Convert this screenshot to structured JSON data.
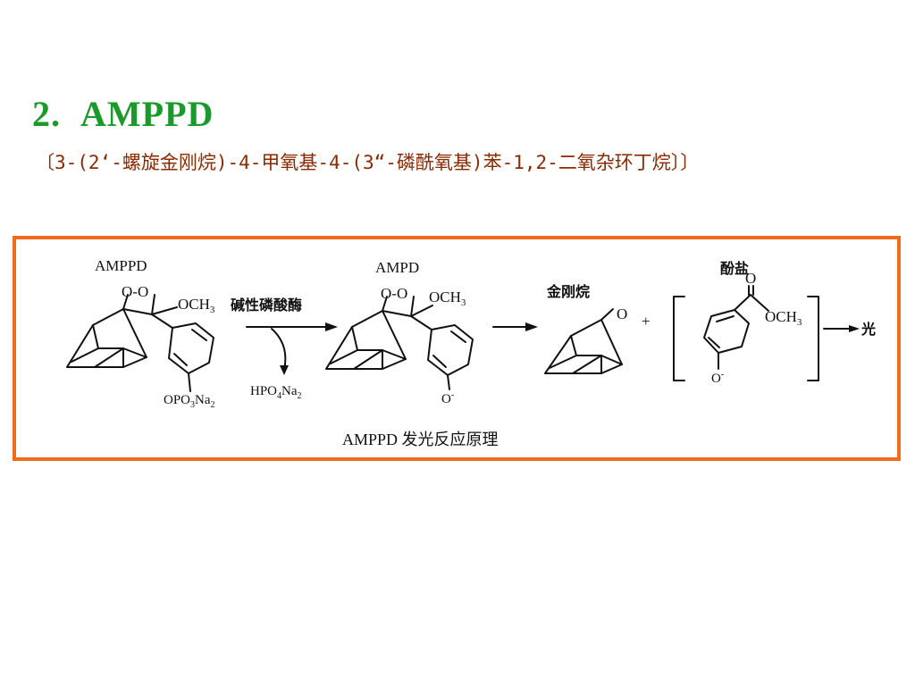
{
  "title": {
    "number": "2.",
    "text": "AMPPD"
  },
  "subtitle": "〔3-(2‘-螺旋金刚烷)-4-甲氧基-4-(3“-磷酰氧基)苯-1,2-二氧杂环丁烷〕〕",
  "scheme": {
    "caption": "AMPPD 发光反应原理",
    "reactant": {
      "name": "AMPPD",
      "peroxide": "O-O",
      "methoxy": "OCH3",
      "phosphate": "OPO3Na2"
    },
    "step1": {
      "reagent": "碱性磷酸酶",
      "byproduct": "HPO4Na2"
    },
    "intermediate": {
      "name": "AMPD",
      "peroxide": "O-O",
      "methoxy": "OCH3",
      "anion": "O-"
    },
    "products": {
      "adamantanone_label": "金刚烷",
      "adamantanone_oxygen": "O",
      "plus": "+",
      "ester_label": "酚盐",
      "ester_carbonyl": "O",
      "ester_methoxy": "OCH3",
      "ester_anion": "O-",
      "emission": "光"
    },
    "colors": {
      "border": "#f26a1b",
      "title": "#1a9a2a",
      "subtitle": "#8b2a00"
    }
  }
}
